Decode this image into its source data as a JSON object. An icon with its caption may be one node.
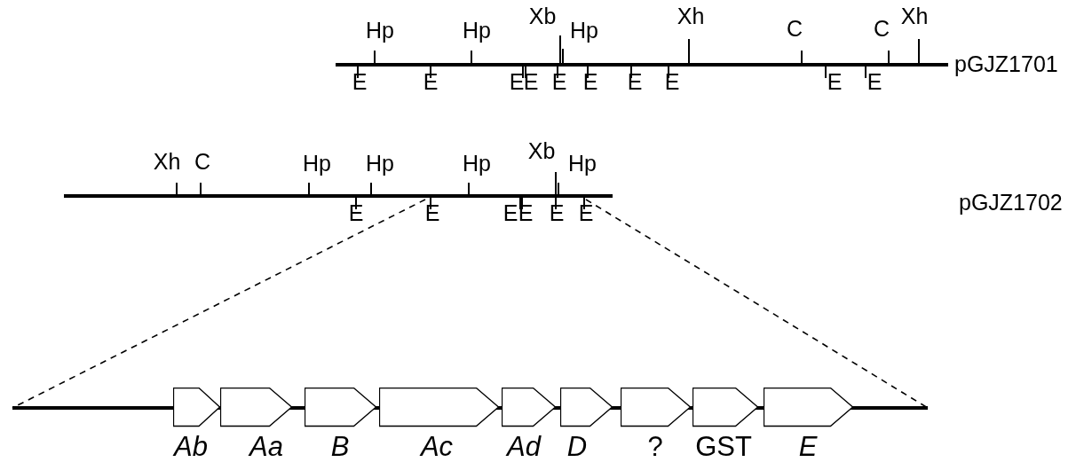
{
  "diagram": {
    "nodes": [
      {
        "text": [
          "Ab"
        ]
      },
      {
        "text": [
          "Aa"
        ]
      },
      {
        "text": [
          "B"
        ]
      },
      {
        "text": [
          "Ac"
        ]
      },
      {
        "text": [
          "Ad"
        ]
      },
      {
        "text": [
          "D"
        ]
      },
      {
        "text": [
          "?"
        ]
      },
      {
        "text": [
          "GST"
        ]
      },
      {
        "text": [
          "E"
        ]
      }
    ],
    "edges": [],
    "labels": [
      "Hp",
      "Hp",
      "Xb",
      "Hp",
      "Xh",
      "C",
      "C",
      "Xh",
      "pGJZ1701",
      "E",
      "E",
      "E",
      "E",
      "E",
      "E",
      "E",
      "E",
      "E",
      "E",
      "Xh",
      "C",
      "Hp",
      "Hp",
      "Hp",
      "Xb",
      "Hp",
      "E",
      "E",
      "E",
      "E",
      "E",
      "E",
      "pGJZ1702"
    ]
  }
}
